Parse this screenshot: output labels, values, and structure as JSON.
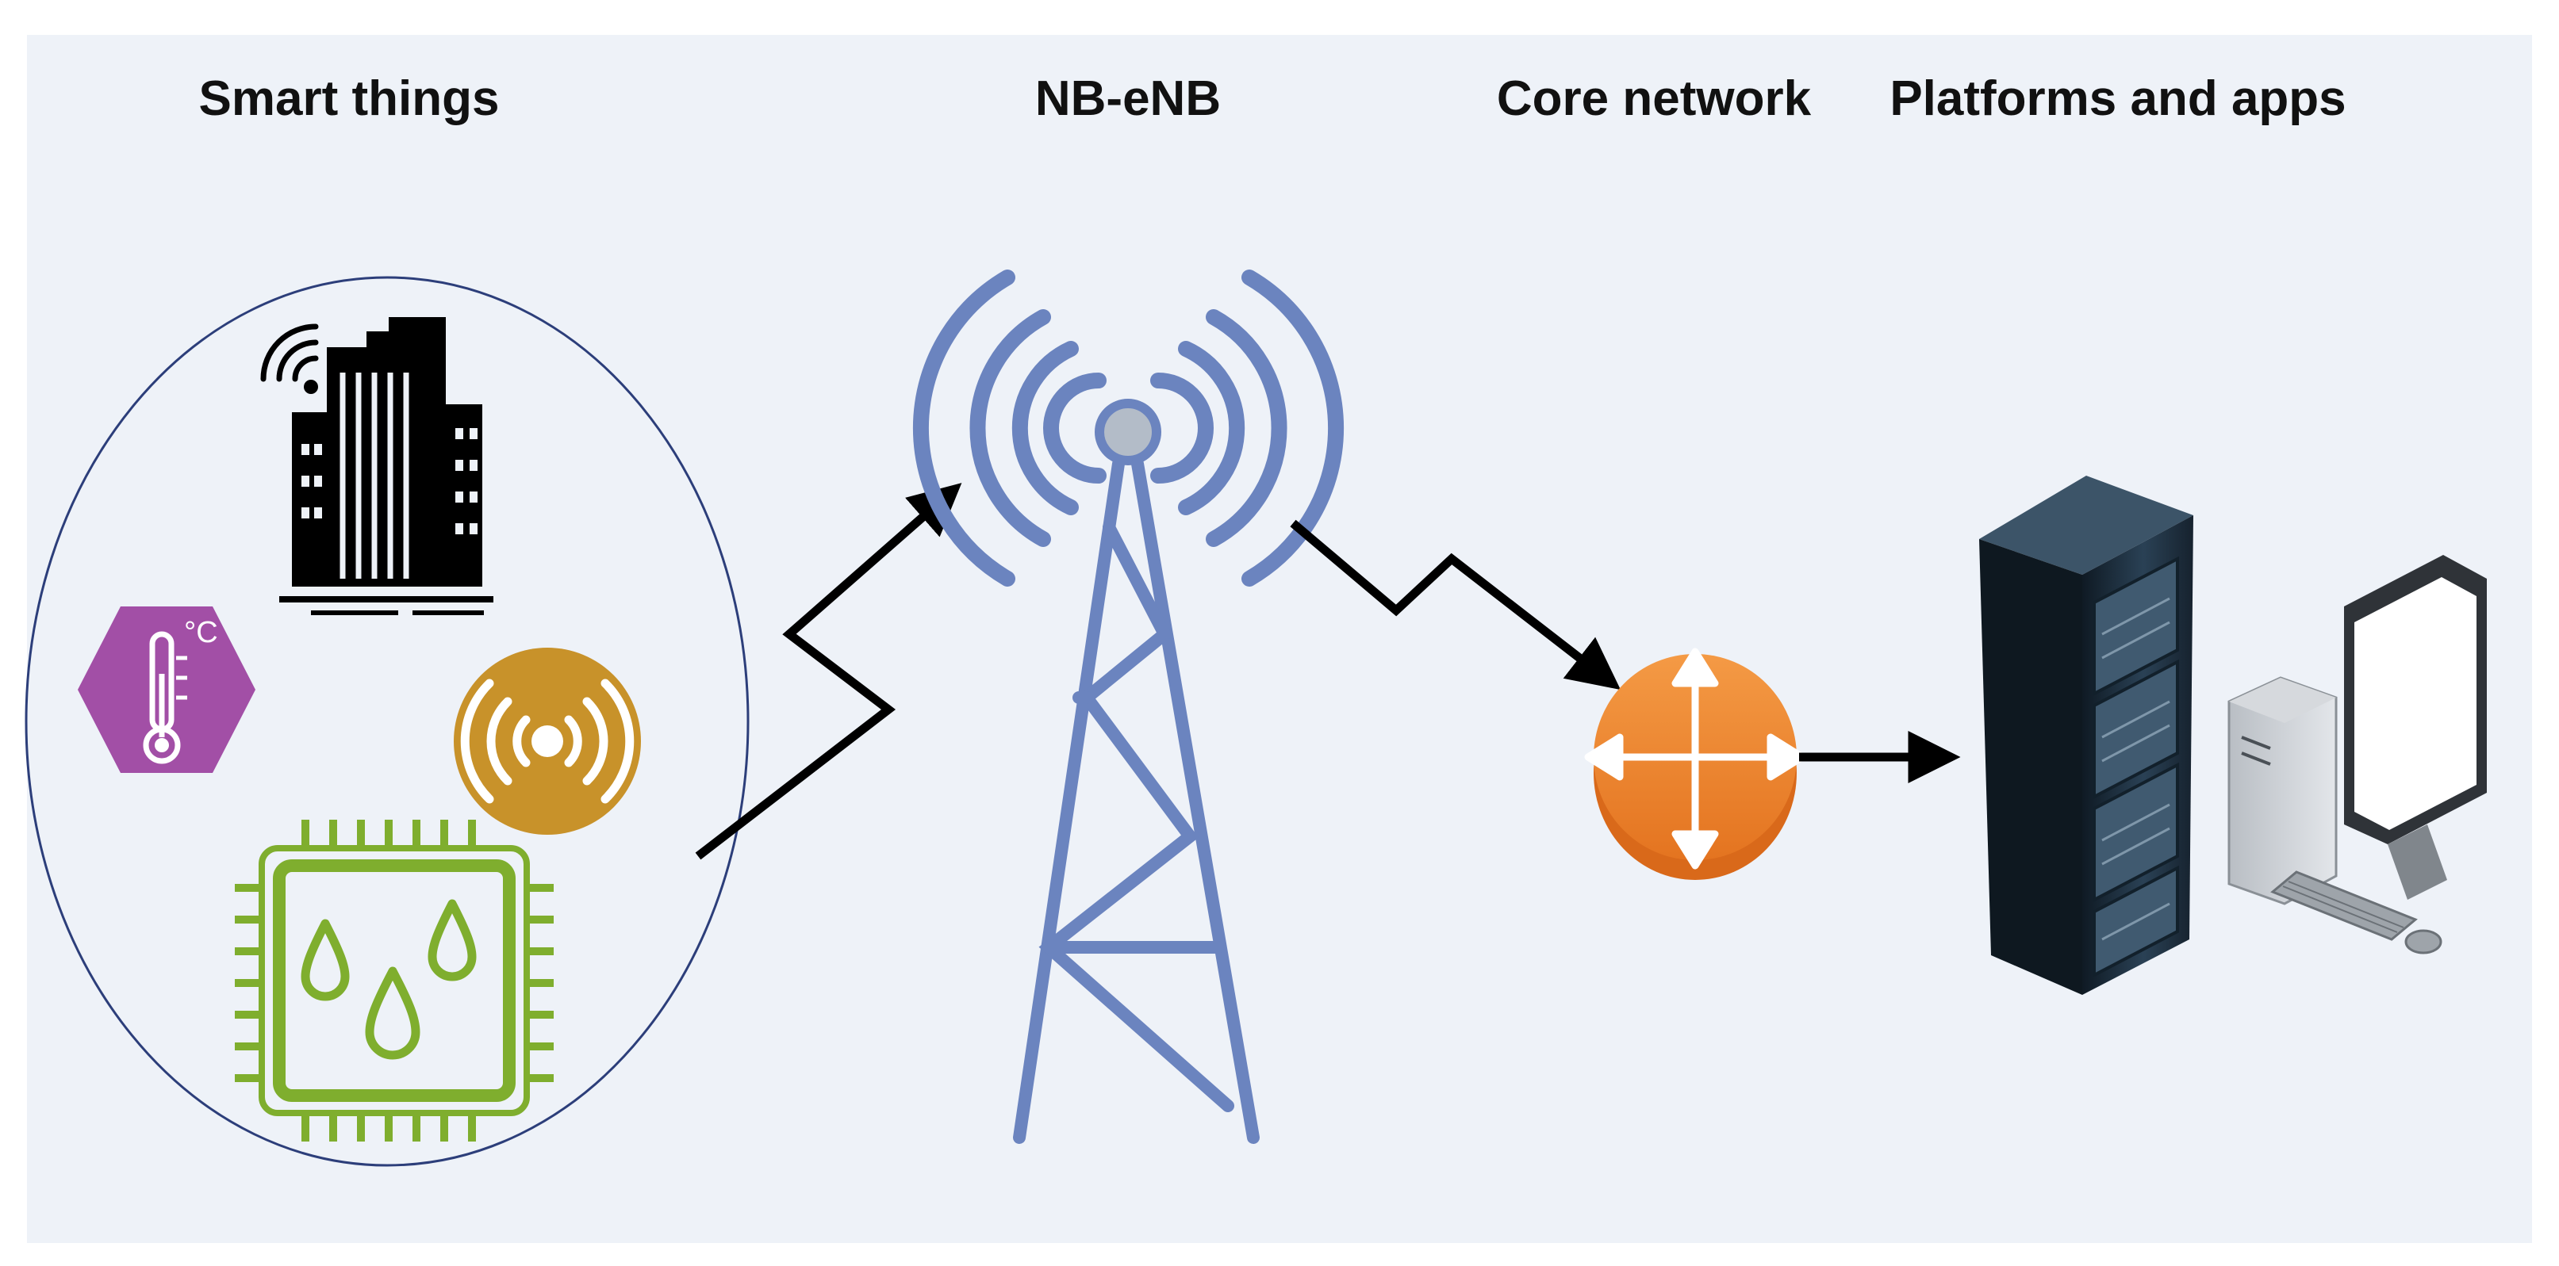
{
  "labels": {
    "smart_things": "Smart things",
    "nb_enb": "NB-eNB",
    "core_network": "Core network",
    "platforms_apps": "Platforms and apps"
  },
  "icons": {
    "building": "smart-building-icon",
    "thermometer": "thermometer-sensor-icon",
    "signal": "wireless-signal-icon",
    "chip": "humidity-chip-icon",
    "tower": "cell-tower-icon",
    "router": "router-icon",
    "server": "server-rack-icon",
    "computer": "desktop-computer-icon"
  },
  "colors": {
    "background": "#eef2f8",
    "tower": "#6b84bf",
    "thermometer": "#a24fa6",
    "signal": "#c8922a",
    "chip": "#7fae2e",
    "router": "#f08a32",
    "server": "#1e2f3d",
    "link": "#000000"
  }
}
